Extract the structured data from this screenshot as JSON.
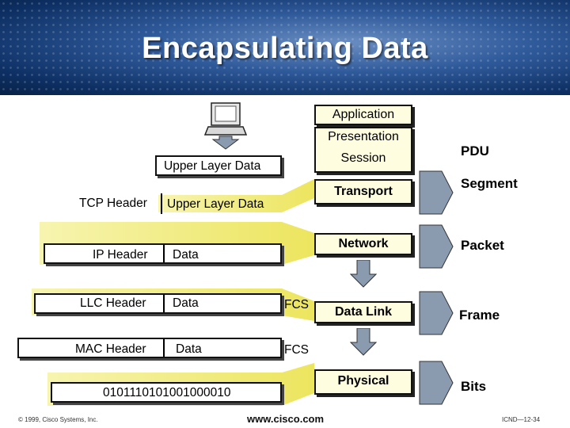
{
  "title": "Encapsulating Data",
  "layers": {
    "application": "Application",
    "presentation": "Presentation",
    "session": "Session",
    "transport": "Transport",
    "network": "Network",
    "data_link": "Data Link",
    "physical": "Physical"
  },
  "pdu": {
    "heading": "PDU",
    "segment": "Segment",
    "packet": "Packet",
    "frame": "Frame",
    "bits": "Bits"
  },
  "encapsulation": {
    "upper_layer_data_1": "Upper Layer Data",
    "tcp_header": "TCP Header",
    "upper_layer_data_2": "Upper Layer Data",
    "ip_header": "IP Header",
    "ip_data": "Data",
    "llc_header": "LLC Header",
    "llc_data": "Data",
    "llc_fcs": "FCS",
    "mac_header": "MAC Header",
    "mac_data": "Data",
    "mac_fcs": "FCS",
    "bits": "0101110101001000010"
  },
  "footer": {
    "copyright": "© 1999, Cisco Systems, Inc.",
    "website": "www.cisco.com",
    "slide_id": "ICND—12-34"
  },
  "colors": {
    "wedge": "#f2ee86",
    "layer_fill": "#fffde0",
    "arrow": "#8a9bb0"
  },
  "icons": [
    "computer-icon",
    "down-arrow-icon",
    "right-arrow-icon"
  ]
}
